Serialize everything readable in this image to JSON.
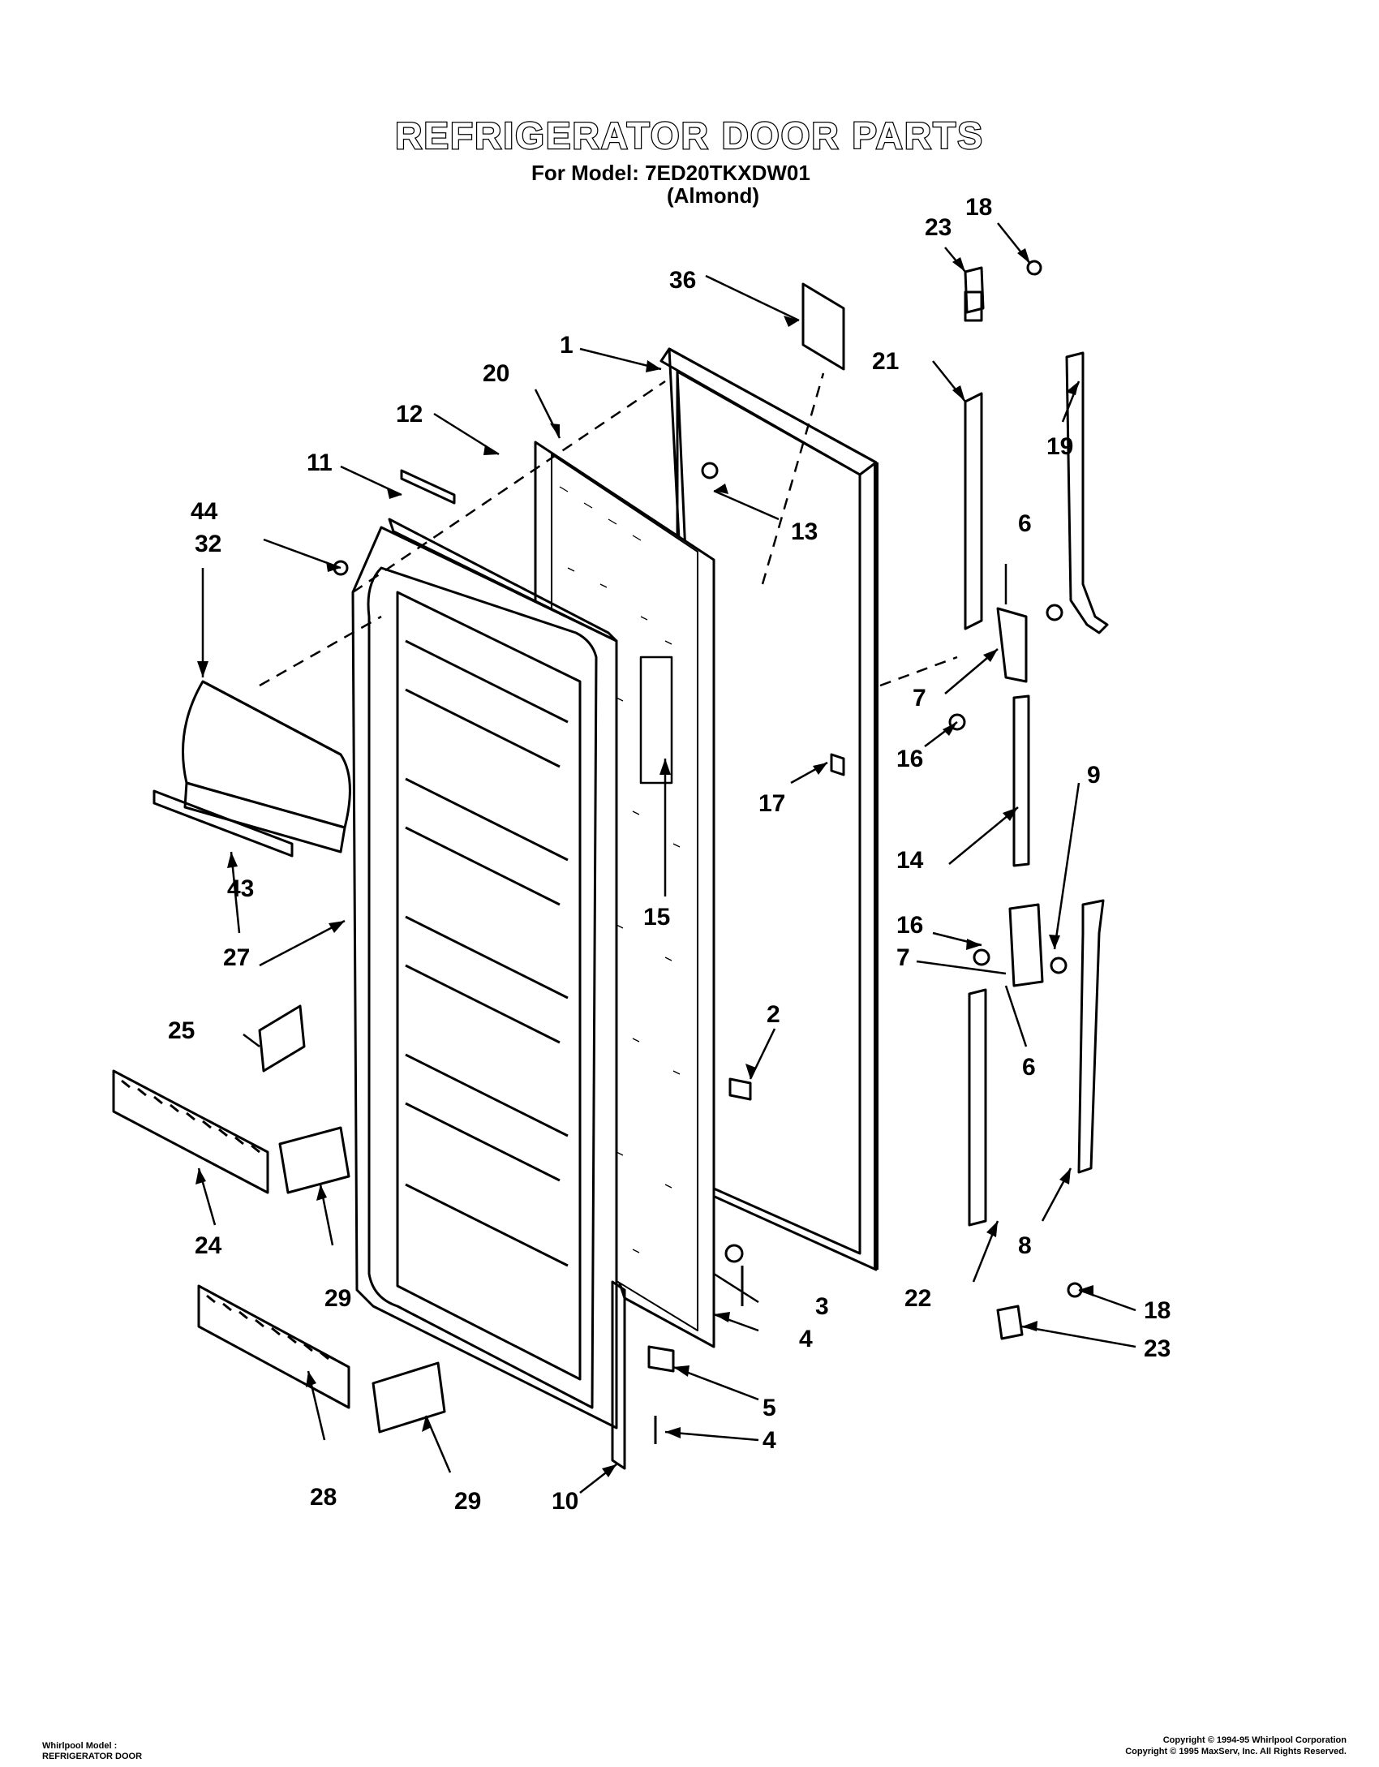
{
  "header": {
    "title": "REFRIGERATOR DOOR PARTS",
    "model_line": "For Model: 7ED20TKXDW01",
    "color_line": "(Almond)"
  },
  "callouts": {
    "c1": "1",
    "c2": "2",
    "c3": "3",
    "c4a": "4",
    "c4b": "4",
    "c5": "5",
    "c6a": "6",
    "c6b": "6",
    "c7a": "7",
    "c7b": "7",
    "c8": "8",
    "c9": "9",
    "c10": "10",
    "c11": "11",
    "c12": "12",
    "c13": "13",
    "c14": "14",
    "c15": "15",
    "c16a": "16",
    "c16b": "16",
    "c17": "17",
    "c18a": "18",
    "c18b": "18",
    "c19": "19",
    "c20": "20",
    "c21": "21",
    "c22": "22",
    "c23a": "23",
    "c23b": "23",
    "c24": "24",
    "c25": "25",
    "c27": "27",
    "c28": "28",
    "c29a": "29",
    "c29b": "29",
    "c32": "32",
    "c36": "36",
    "c43": "43",
    "c44": "44"
  },
  "footer": {
    "left_line1": "Whirlpool Model :",
    "left_line2": "REFRIGERATOR DOOR",
    "right_line1": "Copyright © 1994-95 Whirlpool Corporation",
    "right_line2": "Copyright © 1995 MaxServ, Inc.  All Rights Reserved."
  }
}
